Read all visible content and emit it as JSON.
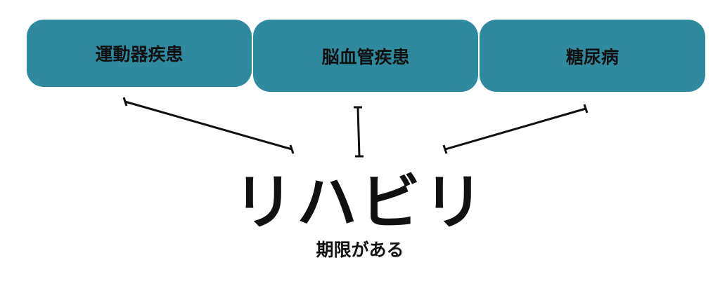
{
  "boxes": [
    "運動器疾患",
    "脳血管疾患",
    "糖尿病"
  ],
  "title": "リハビリ",
  "subtitle": "期限がある",
  "colors": {
    "box": "#2f8aa0"
  }
}
